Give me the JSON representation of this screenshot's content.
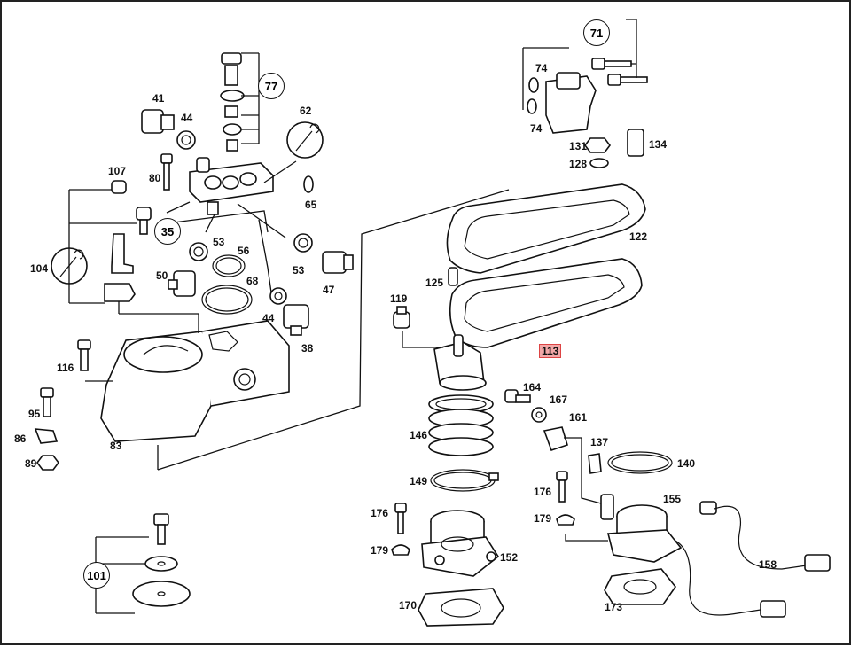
{
  "diagram": {
    "highlight_color": "#f2a7a7",
    "parts": [
      {
        "id": "41",
        "label": "41"
      },
      {
        "id": "44a",
        "label": "44"
      },
      {
        "id": "77",
        "label": "77"
      },
      {
        "id": "62",
        "label": "62"
      },
      {
        "id": "65",
        "label": "65"
      },
      {
        "id": "107",
        "label": "107"
      },
      {
        "id": "80",
        "label": "80"
      },
      {
        "id": "35",
        "label": "35"
      },
      {
        "id": "53a",
        "label": "53"
      },
      {
        "id": "56",
        "label": "56"
      },
      {
        "id": "53b",
        "label": "53"
      },
      {
        "id": "47",
        "label": "47"
      },
      {
        "id": "104",
        "label": "104"
      },
      {
        "id": "50",
        "label": "50"
      },
      {
        "id": "68",
        "label": "68"
      },
      {
        "id": "44b",
        "label": "44"
      },
      {
        "id": "38",
        "label": "38"
      },
      {
        "id": "116",
        "label": "116"
      },
      {
        "id": "95",
        "label": "95"
      },
      {
        "id": "86",
        "label": "86"
      },
      {
        "id": "89",
        "label": "89"
      },
      {
        "id": "83",
        "label": "83"
      },
      {
        "id": "101",
        "label": "101"
      },
      {
        "id": "71",
        "label": "71"
      },
      {
        "id": "74a",
        "label": "74"
      },
      {
        "id": "74b",
        "label": "74"
      },
      {
        "id": "131",
        "label": "131"
      },
      {
        "id": "128",
        "label": "128"
      },
      {
        "id": "134",
        "label": "134"
      },
      {
        "id": "122",
        "label": "122"
      },
      {
        "id": "125",
        "label": "125"
      },
      {
        "id": "119",
        "label": "119"
      },
      {
        "id": "113",
        "label": "113"
      },
      {
        "id": "164",
        "label": "164"
      },
      {
        "id": "167",
        "label": "167"
      },
      {
        "id": "161",
        "label": "161"
      },
      {
        "id": "146",
        "label": "146"
      },
      {
        "id": "137",
        "label": "137"
      },
      {
        "id": "140",
        "label": "140"
      },
      {
        "id": "149",
        "label": "149"
      },
      {
        "id": "176a",
        "label": "176"
      },
      {
        "id": "155",
        "label": "155"
      },
      {
        "id": "176b",
        "label": "176"
      },
      {
        "id": "179a",
        "label": "179"
      },
      {
        "id": "179b",
        "label": "179"
      },
      {
        "id": "152",
        "label": "152"
      },
      {
        "id": "158",
        "label": "158"
      },
      {
        "id": "170",
        "label": "170"
      },
      {
        "id": "173",
        "label": "173"
      }
    ]
  }
}
